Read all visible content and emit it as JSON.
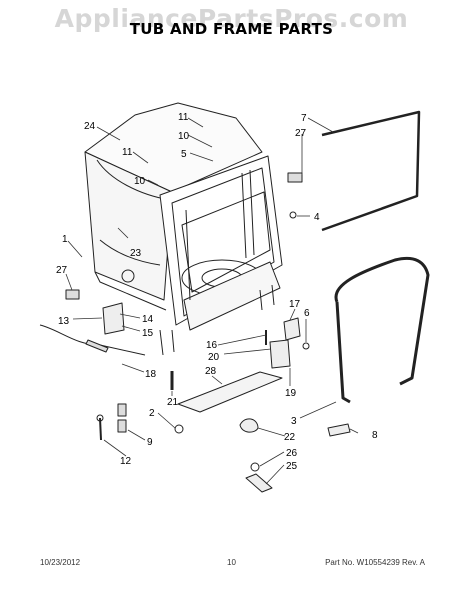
{
  "watermark": "AppliancePartsPros.com",
  "title": "TUB AND FRAME PARTS",
  "callouts": [
    {
      "id": "c24",
      "text": "24"
    },
    {
      "id": "c11a",
      "text": "11"
    },
    {
      "id": "c10a",
      "text": "10"
    },
    {
      "id": "c5",
      "text": "5"
    },
    {
      "id": "c7",
      "text": "7"
    },
    {
      "id": "c27a",
      "text": "27"
    },
    {
      "id": "c11b",
      "text": "11"
    },
    {
      "id": "c10b",
      "text": "10"
    },
    {
      "id": "c4",
      "text": "4"
    },
    {
      "id": "c23",
      "text": "23"
    },
    {
      "id": "c1",
      "text": "1"
    },
    {
      "id": "c27b",
      "text": "27"
    },
    {
      "id": "c13",
      "text": "13"
    },
    {
      "id": "c14",
      "text": "14"
    },
    {
      "id": "c15",
      "text": "15"
    },
    {
      "id": "c17",
      "text": "17"
    },
    {
      "id": "c6",
      "text": "6"
    },
    {
      "id": "c16",
      "text": "16"
    },
    {
      "id": "c20",
      "text": "20"
    },
    {
      "id": "c18",
      "text": "18"
    },
    {
      "id": "c28",
      "text": "28"
    },
    {
      "id": "c19",
      "text": "19"
    },
    {
      "id": "c21",
      "text": "21"
    },
    {
      "id": "c2",
      "text": "2"
    },
    {
      "id": "c3",
      "text": "3"
    },
    {
      "id": "c9",
      "text": "9"
    },
    {
      "id": "c22",
      "text": "22"
    },
    {
      "id": "c8",
      "text": "8"
    },
    {
      "id": "c12",
      "text": "12"
    },
    {
      "id": "c26",
      "text": "26"
    },
    {
      "id": "c25",
      "text": "25"
    }
  ],
  "footer": {
    "date": "10/23/2012",
    "page": "10",
    "part": "Part No. W10554239  Rev. A"
  }
}
